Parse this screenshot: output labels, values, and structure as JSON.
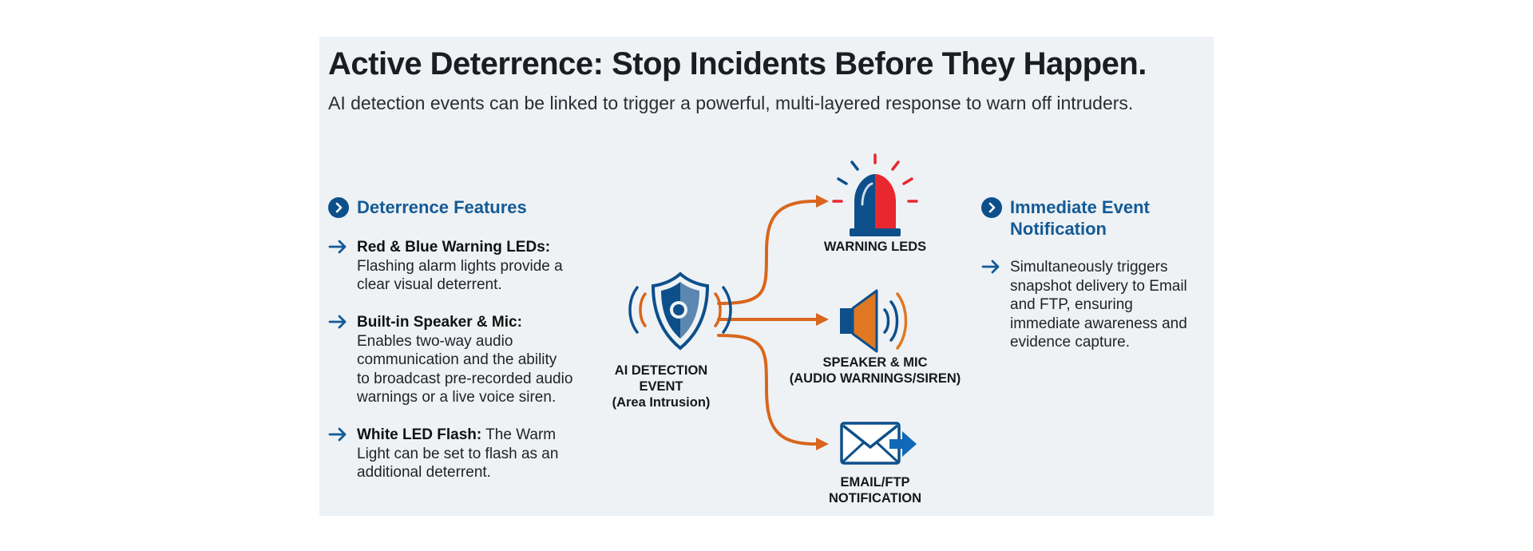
{
  "header": {
    "title": "Active Deterrence: Stop Incidents Before They Happen.",
    "subtitle": "AI detection events can be linked to trigger a powerful, multi-layered response to warn off intruders."
  },
  "left_section": {
    "heading": "Deterrence Features",
    "items": [
      {
        "bold": "Red & Blue Warning LEDs:",
        "line1": "Flashing alarm lights provide a",
        "line2": "clear visual deterrent."
      },
      {
        "bold": "Built-in Speaker & Mic:",
        "line1": "Enables two-way audio",
        "line2": "communication and the ability",
        "line3": "to broadcast pre-recorded audio",
        "line4": "warnings or a live voice siren."
      },
      {
        "bold": "White LED Flash:",
        "line1": " The Warm",
        "line2": "Light can be set to flash as an",
        "line3": "additional deterrent."
      }
    ]
  },
  "diagram": {
    "source": {
      "line1": "AI DETECTION",
      "line2": "EVENT",
      "line3": "(Area Intrusion)"
    },
    "outputs": [
      {
        "line1": "WARNING LEDS"
      },
      {
        "line1": "SPEAKER & MIC",
        "line2": "(AUDIO WARNINGS/SIREN)"
      },
      {
        "line1": "EMAIL/FTP",
        "line2": "NOTIFICATION"
      }
    ],
    "colors": {
      "arrow": "#d9661c",
      "blue": "#0d4f8b",
      "red": "#e8282e"
    }
  },
  "right_section": {
    "heading_line1": "Immediate Event",
    "heading_line2": "Notification",
    "item": {
      "line1": "Simultaneously triggers",
      "line2": "snapshot delivery to Email",
      "line3": "and FTP, ensuring",
      "line4": "immediate awareness and",
      "line5": "evidence capture."
    }
  }
}
